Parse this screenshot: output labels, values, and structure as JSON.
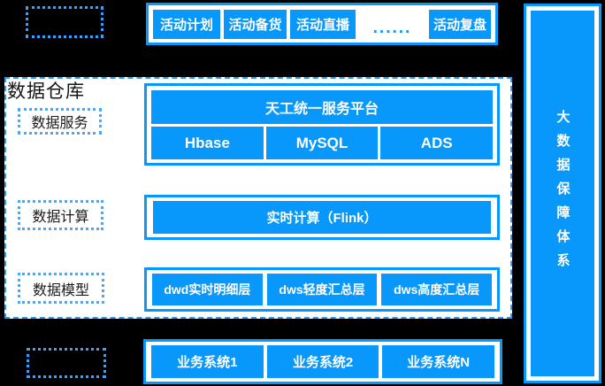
{
  "colors": {
    "background": "#000000",
    "primary_blue": "#0897fb",
    "dashed_border_blue": "#2d9af7",
    "dotted_border_blue": "#49a7f8",
    "panel_background": "#ffffff",
    "text_on_blue": "#ffffff",
    "text_dark": "#151515"
  },
  "top_row": {
    "boxes": [
      "活动计划",
      "活动备货",
      "活动直播",
      "活动复盘"
    ],
    "ellipsis": "......"
  },
  "warehouse": {
    "title": "数据仓库",
    "row_labels": [
      "数据服务",
      "数据计算",
      "数据模型"
    ],
    "service": {
      "platform": "天工统一服务平台",
      "stores": [
        "Hbase",
        "MySQL",
        "ADS"
      ]
    },
    "compute": {
      "engine": "实时计算（Flink）"
    },
    "model": {
      "layers": [
        "dwd实时明细层",
        "dws轻度汇总层",
        "dws高度汇总层"
      ]
    }
  },
  "bottom_row": {
    "systems": [
      "业务系统1",
      "业务系统2",
      "业务系统N"
    ]
  },
  "right_panel": {
    "title": "大数据保障体系"
  }
}
